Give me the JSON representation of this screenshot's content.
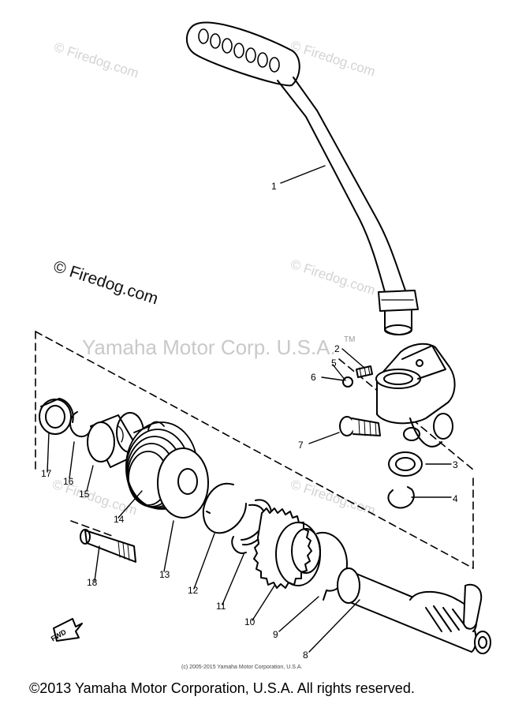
{
  "watermarks": {
    "firedog_dark": "© Firedog.com",
    "firedog_light": "© Firedog.com",
    "center_text": "Yamaha Motor Corp. U.S.A.",
    "tm": "TM"
  },
  "part_labels": [
    "1",
    "2",
    "3",
    "4",
    "5",
    "6",
    "7",
    "8",
    "9",
    "10",
    "11",
    "12",
    "13",
    "14",
    "15",
    "16",
    "17",
    "18"
  ],
  "fwd_label": "FWD",
  "small_copyright": "(c) 2005-2015 Yamaha Motor Corporation, U.S.A.",
  "footer": "©2013 Yamaha Motor Corporation, U.S.A. All rights reserved."
}
